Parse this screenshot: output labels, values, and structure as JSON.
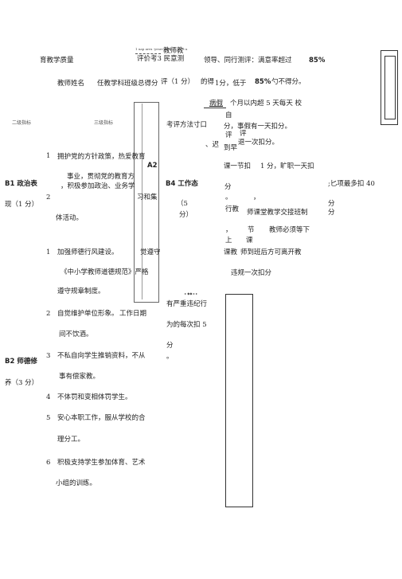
{
  "header": {
    "tiny_note": "1 uap arru -yrnrr·ngur. ___ __ t·a",
    "col1": "育教学质量",
    "title_line1": "教师教",
    "title_line2": "评价考3 民意测",
    "col3": "领导、同行测评：满意率超过",
    "col3_pct": "85%",
    "teacher_label": "教师姓名",
    "teacher_value": "任教学科班级总得分",
    "score_label": "评（1 分）",
    "score_rule": "的得",
    "score_rule2": "1分，低于",
    "score_pct": "85%",
    "score_rule3": "勺不得分。",
    "grade1": "二级指标",
    "grade2": "三级指标",
    "method": "考评方法寸口"
  },
  "right_col": {
    "sick_leave": "病假",
    "sick_leave_rest": "个月以内超 5 天每天 校",
    "zi": "自",
    "deduct_half": "分，事假有一天扣分。",
    "ping1": "评",
    "ping2": "评",
    "chi": "、迟",
    "late": "到早",
    "leave_early": "退一次扣分。",
    "class_miss": "课一节扣",
    "class_miss2": "1 分，旷职一天扣",
    "fen1": "分",
    "dot1": "。",
    "dot2": "，",
    "fen2": "分",
    "fen3": "分",
    "behavior1": "行教",
    "behavior2": "师课堂教学交接班制",
    "jie": "，",
    "jie2": "节",
    "jie3": "教师必须等下",
    "shang": "上",
    "ke": "课",
    "ke2": "课教",
    "ke3": "师到班后方可离开教",
    "violation": "违规一次扣分"
  },
  "left_rows": {
    "b1_label": "B1 政治表",
    "b1_label2": "现（1 分）",
    "b1_1_num": "1",
    "b1_1_text": "拥护党的方针政策，热爱教育",
    "b1_1_text2": "事业，贯彻党的教育方",
    "a2": "A2",
    "b1_2_num": "2",
    "b1_2_text": "，积极参加政治、业务学",
    "b1_2_side": "习和集",
    "b1_2_text3": "体活动。",
    "b4_label": "B4 工作态",
    "b4_score": "（5",
    "b4_score2": "分）",
    "item_limit": ";匕项最多扣 40",
    "b2_1_num": "1",
    "b2_1_text": "加强师德行风建设。",
    "b2_1_side": "觉遵守",
    "b2_1_text2": "《中小学教师道德规范》严格",
    "b2_1_text3": "遵守规章制度。",
    "b2_2_num": "2",
    "b2_2_text": "自觉维护单位形象。",
    "b2_2_side": "工作日期",
    "b2_2_text2": "间不饮酒。",
    "serious": "有严重违纪行",
    "serious2": "为的每次扣 5",
    "serious3": "分",
    "serious4": "。",
    "b2_label": "B2 师德修",
    "b2_label2": "养（3 分）",
    "b2_3_num": "3",
    "b2_3_text": "不私自向学生推销资料，不从",
    "b2_3_text2": "事有偿家教。",
    "b2_4_num": "4",
    "b2_4_text": "不体罚和变相体罚学生。",
    "b2_5_num": "5",
    "b2_5_text": "安心本职工作，服从学校的合",
    "b2_5_text2": "理分工。",
    "b2_6_num": "6",
    "b2_6_text": "积极支持学生参加体育、艺术",
    "b2_6_text2": "小组的训练。"
  }
}
